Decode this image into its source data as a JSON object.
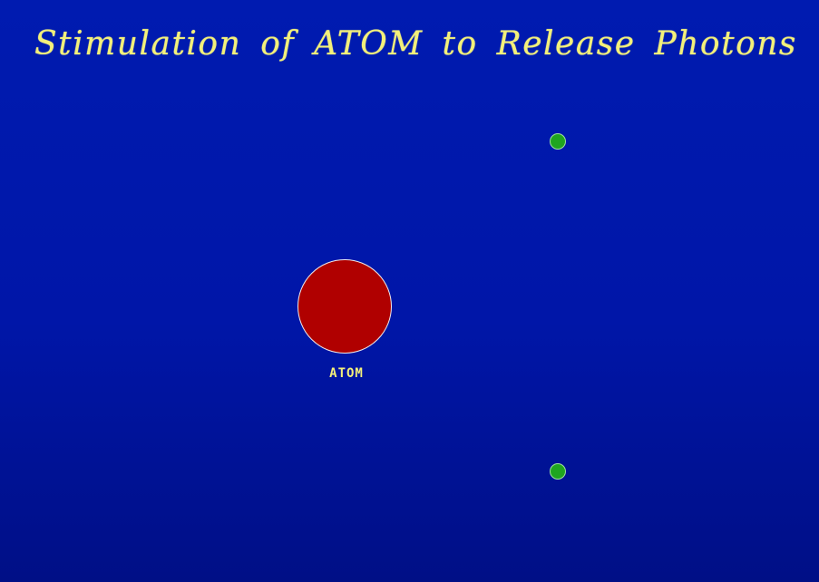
{
  "diagram": {
    "title": "Stimulation of ATOM to Release Photons",
    "atom_label": "ATOM",
    "colors": {
      "background": "#0016a8",
      "title_text": "#f3f07a",
      "atom_fill": "#b00000",
      "atom_outline": "#f2e9e9",
      "photon_fill": "#1fa51f"
    },
    "elements": {
      "atom": "red-circle",
      "photons": [
        "green-dot",
        "green-dot"
      ]
    }
  }
}
